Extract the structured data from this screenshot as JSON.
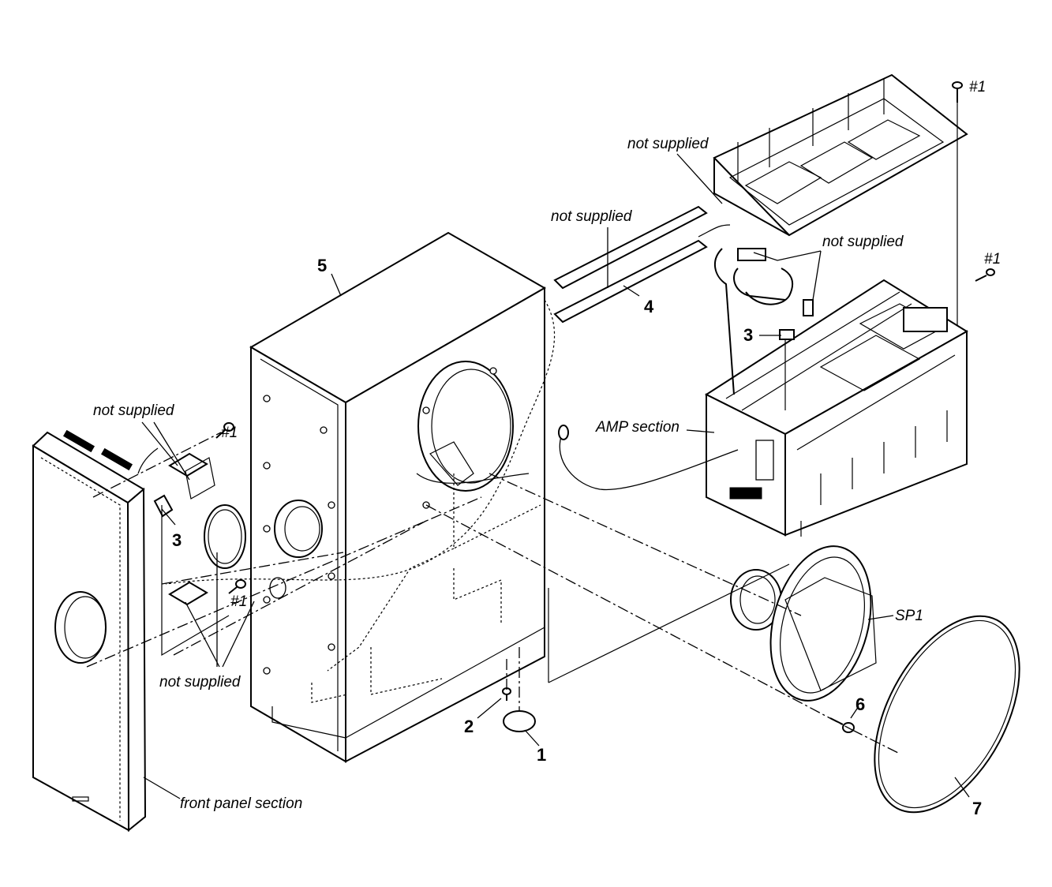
{
  "labels": {
    "hash1_top": "#1",
    "not_supplied_top": "not supplied",
    "not_supplied_duct": "not supplied",
    "not_supplied_amp": "not supplied",
    "hash1_amp": "#1",
    "part5": "5",
    "part4": "4",
    "part3_amp": "3",
    "amp_section": "AMP section",
    "not_supplied_left": "not supplied",
    "hash1_left_top": "#1",
    "part3_left": "3",
    "hash1_left_bottom": "#1",
    "not_supplied_bottom": "not supplied",
    "sp1": "SP1",
    "part6": "6",
    "part2": "2",
    "part1": "1",
    "part7": "7",
    "front_panel_section": "front panel section"
  }
}
